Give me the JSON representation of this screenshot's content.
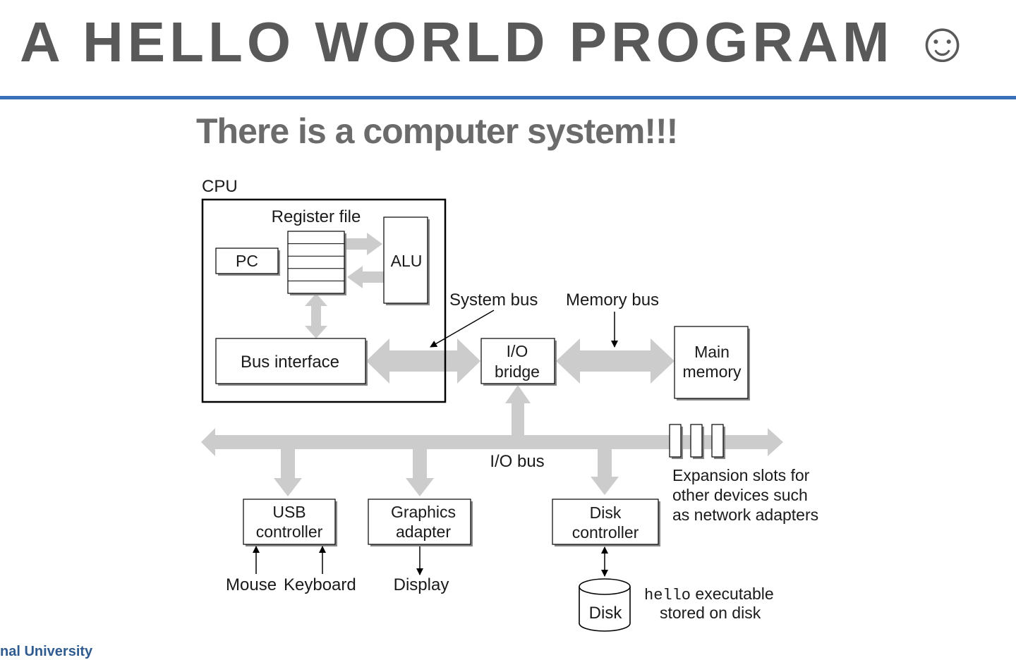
{
  "slide": {
    "title": "A HELLO WORLD PROGRAM ☺",
    "subtitle": "There is a computer system!!!",
    "footer": "nal University"
  },
  "diagram": {
    "cpu_label": "CPU",
    "register_file": "Register file",
    "pc": "PC",
    "alu": "ALU",
    "bus_interface": "Bus interface",
    "system_bus": "System bus",
    "memory_bus": "Memory bus",
    "io_bridge": [
      "I/O",
      "bridge"
    ],
    "main_memory": [
      "Main",
      "memory"
    ],
    "io_bus": "I/O bus",
    "usb_controller": [
      "USB",
      "controller"
    ],
    "graphics_adapter": [
      "Graphics",
      "adapter"
    ],
    "disk_controller": [
      "Disk",
      "controller"
    ],
    "expansion_slots": [
      "Expansion slots for",
      "other devices such",
      "as network adapters"
    ],
    "mouse": "Mouse",
    "keyboard": "Keyboard",
    "display": "Display",
    "disk": "Disk",
    "hello_code": "hello",
    "hello_rest": " executable",
    "stored_on_disk": "stored on disk"
  },
  "colors": {
    "title": "#595959",
    "rule": "#3a6fba",
    "bus": "#cccccc",
    "footer": "#2f5b8f"
  }
}
